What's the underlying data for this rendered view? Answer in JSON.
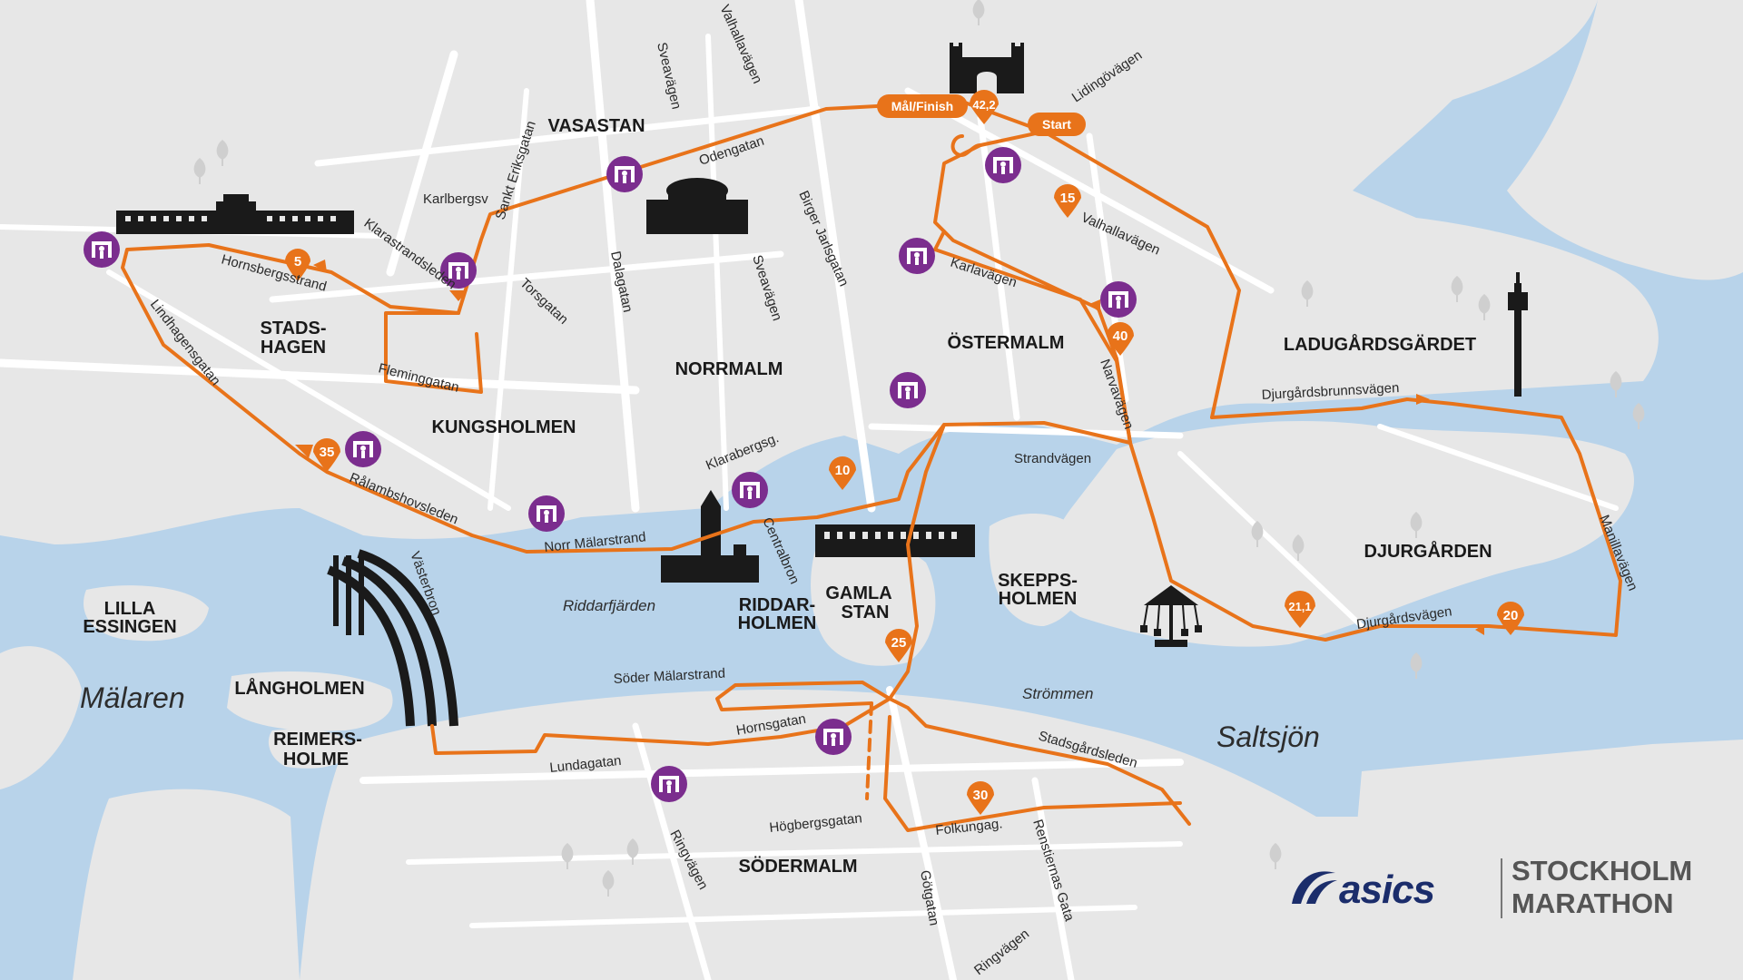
{
  "colors": {
    "water": "#b8d3ea",
    "land": "#e7e7e7",
    "road": "#ffffff",
    "route": "#e8731a",
    "station": "#7b2d8e",
    "landmark": "#1a1a1a"
  },
  "districts": {
    "vasastan": "VASASTAN",
    "norrmalm": "NORRMALM",
    "ostermalm": "ÖSTERMALM",
    "stadshagen_1": "STADS-",
    "stadshagen_2": "HAGEN",
    "kungsholmen": "KUNGSHOLMEN",
    "ladugardsgardet": "LADUGÅRDSGÄRDET",
    "djurgarden": "DJURGÅRDEN",
    "gamla_stan_1": "GAMLA",
    "gamla_stan_2": "STAN",
    "riddarholmen_1": "RIDDAR-",
    "riddarholmen_2": "HOLMEN",
    "skeppsholmen_1": "SKEPPS-",
    "skeppsholmen_2": "HOLMEN",
    "lilla_essingen_1": "LILLA",
    "lilla_essingen_2": "ESSINGEN",
    "langholmen": "LÅNGHOLMEN",
    "reimersholme_1": "REIMERS-",
    "reimersholme_2": "HOLME",
    "sodermalm": "SÖDERMALM"
  },
  "waters": {
    "malaren": "Mälaren",
    "saltsjon": "Saltsjön",
    "strommen": "Strömmen",
    "riddarfjarden": "Riddarfjärden"
  },
  "streets": {
    "valhallavagen_n": "Valhallavägen",
    "sveavagen_n": "Sveavägen",
    "lidingovagen": "Lidingövägen",
    "odengatan": "Odengatan",
    "sankt_eriksgatan": "Sankt Eriksgatan",
    "karlbergsv": "Karlbergsv",
    "klarastrandsleden": "Klarastrandsleden",
    "hornsbergsstrand": "Hornsbergsstrand",
    "torsgatan": "Torsgatan",
    "dalagatan": "Dalagatan",
    "sveavagen_s": "Sveavägen",
    "birger_jarlsgatan": "Birger Jarlsgatan",
    "valhallavagen_e": "Valhallavägen",
    "karlavagen": "Karlavägen",
    "narvavagen": "Narvavägen",
    "fleminggatan": "Fleminggatan",
    "lindhagensgatan": "Lindhagensgatan",
    "klarabergsg": "Klarabergsg.",
    "rålambshovsleden": "Rålambshovsleden",
    "norr_malarstrand": "Norr Mälarstrand",
    "centralbron": "Centralbron",
    "strandvagen": "Strandvägen",
    "djurgardsbrunnsvagen": "Djurgårdsbrunnsvägen",
    "manillavagen": "Manillavägen",
    "djurgardsvagen": "Djurgårdsvägen",
    "vasterbron": "Västerbron",
    "soder_malarstrand": "Söder Mälarstrand",
    "hornsgatan": "Hornsgatan",
    "lundagatan": "Lundagatan",
    "hogbergsgatan": "Högbergsgatan",
    "folkungag": "Folkungag.",
    "stadsgardsleden": "Stadsgårdsleden",
    "renstiernas_gata": "Renstiernas Gata",
    "gotgatan": "Götgatan",
    "ringvagen_w": "Ringvägen",
    "ringvagen_s": "Ringvägen"
  },
  "markers": {
    "finish": "Mål/Finish",
    "finish_km": "42,2",
    "start": "Start",
    "km5": "5",
    "km10": "10",
    "km15": "15",
    "km20": "20",
    "km21": "21,1",
    "km25": "25",
    "km30": "30",
    "km35": "35",
    "km40": "40"
  },
  "brand": {
    "sponsor": "asics",
    "event_line1": "STOCKHOLM",
    "event_line2": "MARATHON"
  }
}
